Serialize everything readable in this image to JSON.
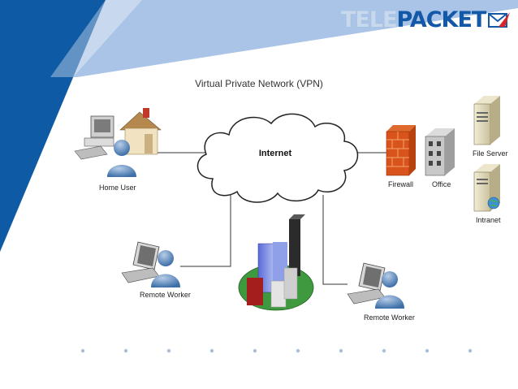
{
  "brand": {
    "logo_text_1": "TELE",
    "logo_text_2": "PACKET",
    "colors": {
      "dark_blue": "#0f5aa5",
      "light_blue": "#a9c4e6",
      "logo_blue": "#1458a8",
      "logo_red": "#d6262a"
    }
  },
  "diagram": {
    "title": "Virtual Private Network (VPN)",
    "cloud_label": "Internet",
    "nodes": [
      {
        "id": "home-user",
        "label": "Home User"
      },
      {
        "id": "firewall",
        "label": "Firewall"
      },
      {
        "id": "office",
        "label": "Office"
      },
      {
        "id": "file-server",
        "label": "File Server"
      },
      {
        "id": "intranet",
        "label": "Intranet"
      },
      {
        "id": "remote-worker-left",
        "label": "Remote Worker"
      },
      {
        "id": "remote-worker-right",
        "label": "Remote Worker"
      }
    ]
  },
  "footer": {
    "dot_count": 10
  }
}
